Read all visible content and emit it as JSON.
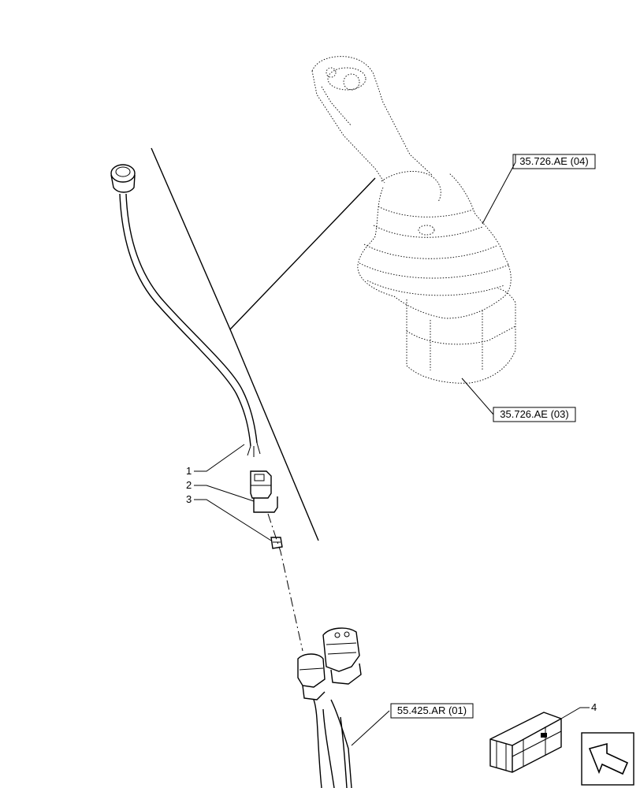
{
  "references": {
    "joystick_boot": "35.726.AE (04)",
    "joystick_base": "35.726.AE (03)",
    "harness": "55.425.AR (01)"
  },
  "callouts": {
    "item1": "1",
    "item2": "2",
    "item3": "3",
    "item4": "4"
  },
  "icons": {
    "kit_box": "kit-box-icon",
    "navigation": "arrow-navigation-icon"
  }
}
